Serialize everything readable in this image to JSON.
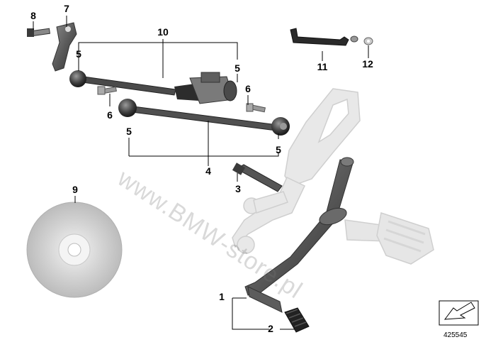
{
  "diagram_id": "425545",
  "watermark": "www.BMW-store.pl",
  "callouts": {
    "c1": "1",
    "c2": "2",
    "c3": "3",
    "c4": "4",
    "c5a": "5",
    "c5b": "5",
    "c5c": "5",
    "c5d": "5",
    "c6a": "6",
    "c6b": "6",
    "c7": "7",
    "c8": "8",
    "c9": "9",
    "c10": "10",
    "c11": "11",
    "c12": "12"
  },
  "icons": {
    "nav": "arrow-box-icon"
  }
}
